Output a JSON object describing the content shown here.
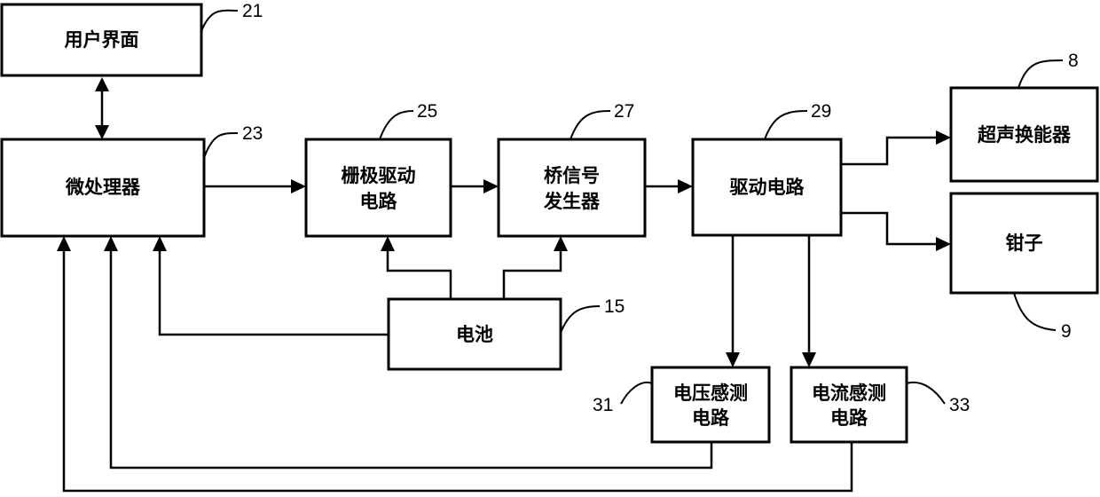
{
  "blocks": {
    "user_interface": {
      "label": "用户界面",
      "ref": "21"
    },
    "microprocessor": {
      "label": "微处理器",
      "ref": "23"
    },
    "gate_drive": {
      "line1": "栅极驱动",
      "line2": "电路",
      "ref": "25"
    },
    "bridge_signal": {
      "line1": "桥信号",
      "line2": "发生器",
      "ref": "27"
    },
    "drive_circuit": {
      "label": "驱动电路",
      "ref": "29"
    },
    "ultrasonic_transducer": {
      "label": "超声换能器",
      "ref": "8"
    },
    "clamp": {
      "label": "钳子",
      "ref": "9"
    },
    "battery": {
      "label": "电池",
      "ref": "15"
    },
    "voltage_sense": {
      "line1": "电压感测",
      "line2": "电路",
      "ref": "31"
    },
    "current_sense": {
      "line1": "电流感测",
      "line2": "电路",
      "ref": "33"
    }
  }
}
